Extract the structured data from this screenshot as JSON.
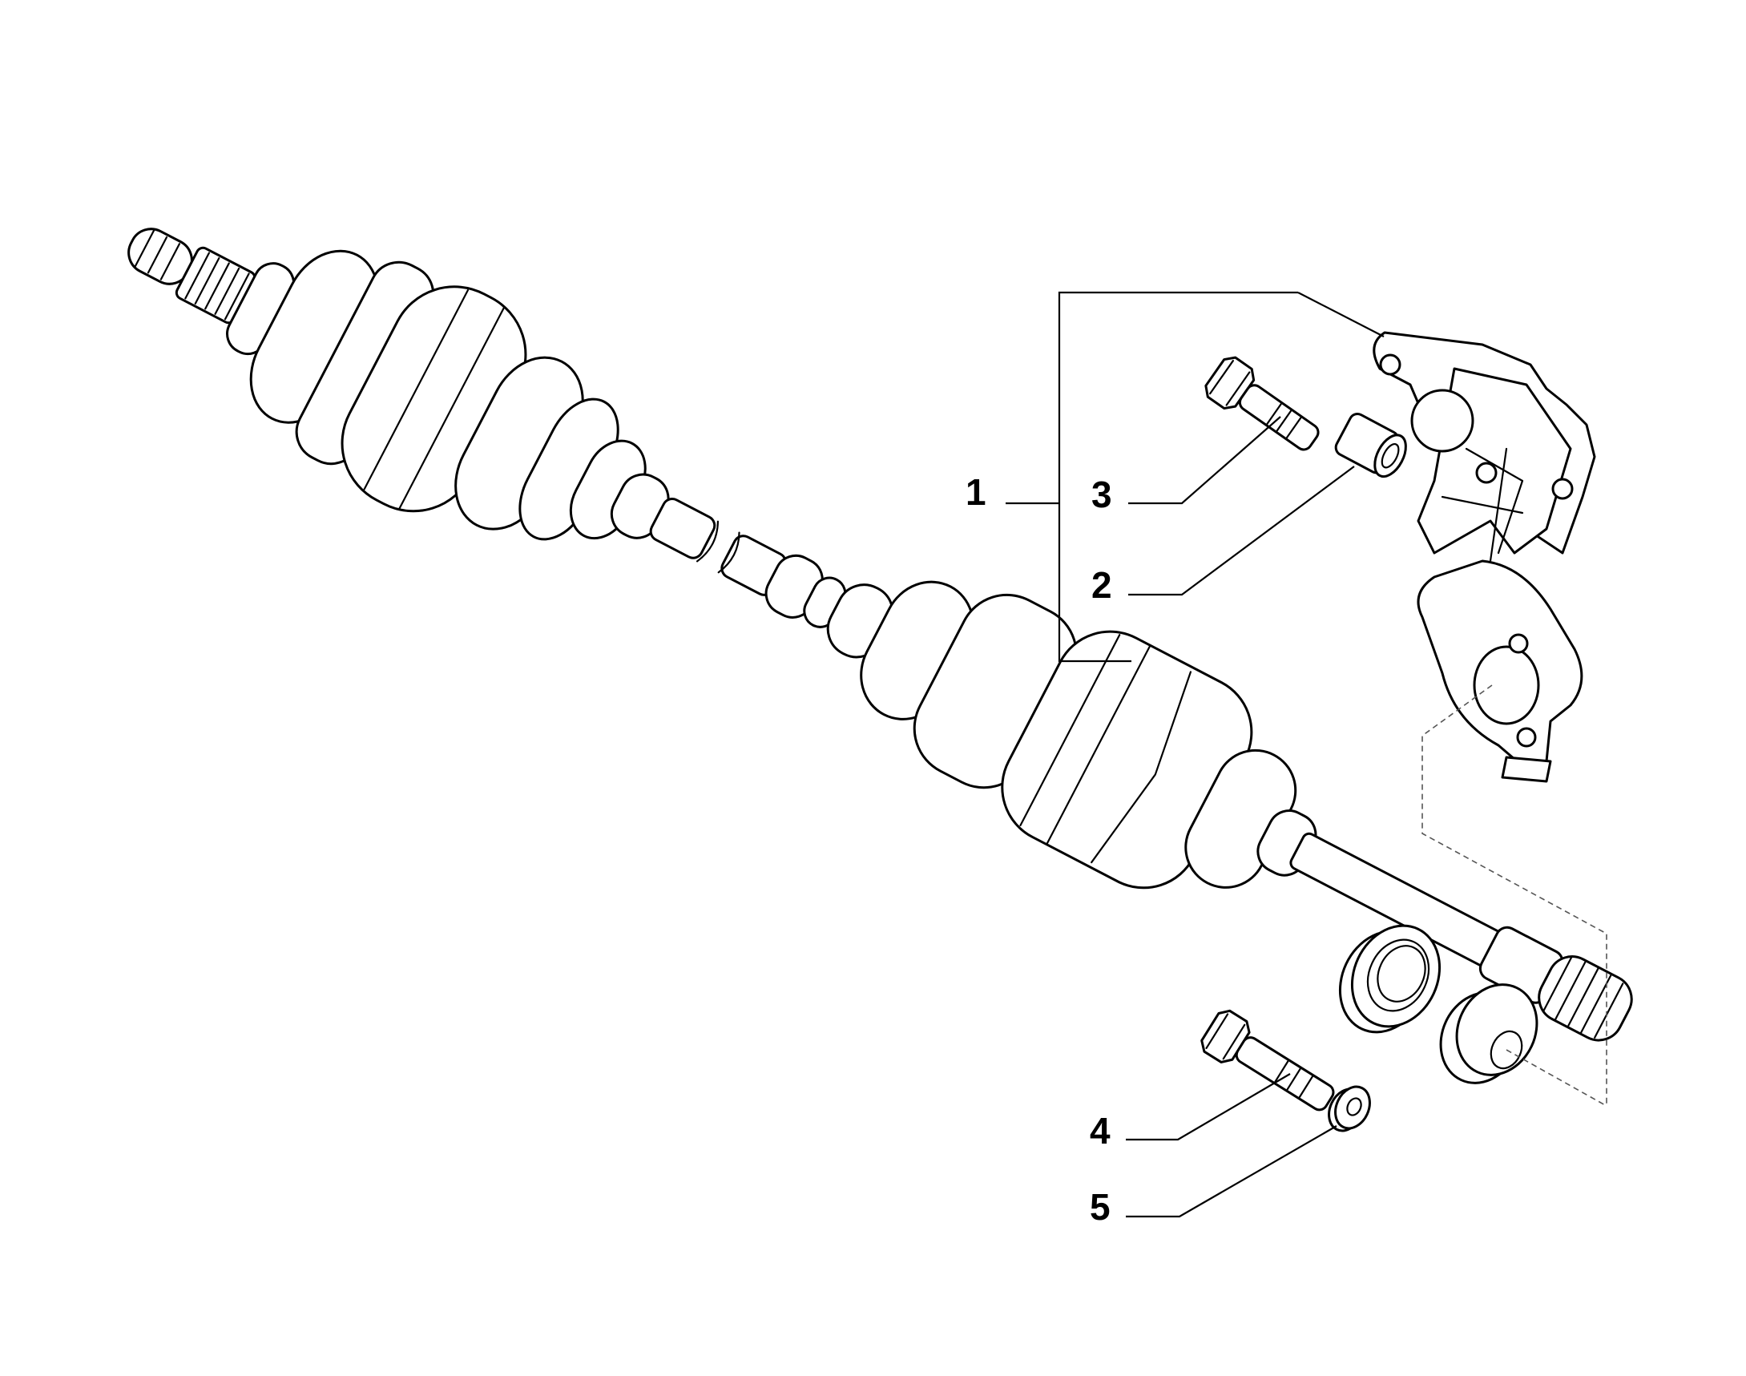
{
  "diagram": {
    "callouts": [
      {
        "number": "1"
      },
      {
        "number": "3"
      },
      {
        "number": "2"
      },
      {
        "number": "4"
      },
      {
        "number": "5"
      }
    ],
    "colors": {
      "line": "#000000",
      "background": "#ffffff"
    },
    "parts": [
      "drive-shaft",
      "steering-knuckle",
      "hex-bolt",
      "bushing",
      "wheel-bearing",
      "bearing-ring",
      "bolt",
      "nut"
    ]
  }
}
